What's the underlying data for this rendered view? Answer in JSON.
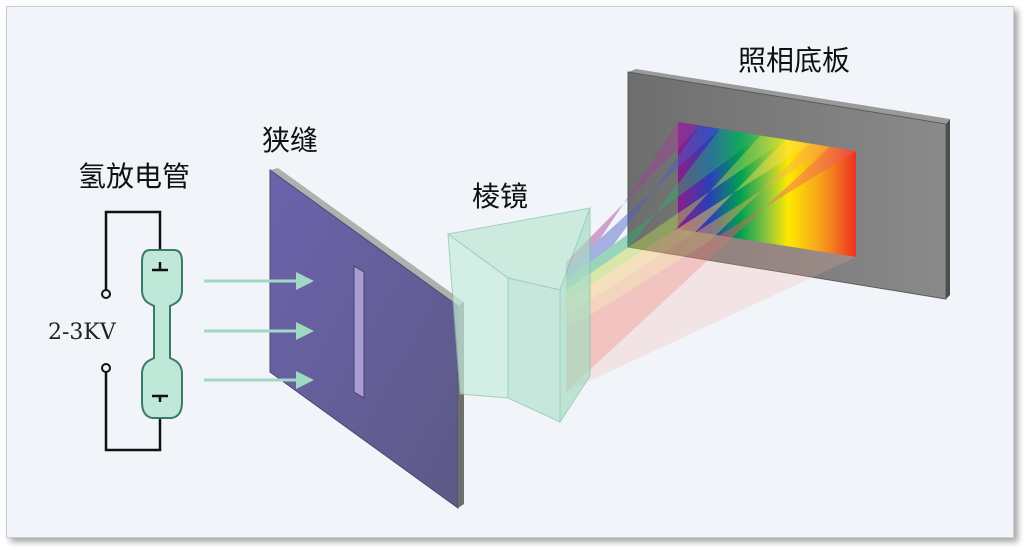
{
  "labels": {
    "tube": "氢放电管",
    "slit": "狭缝",
    "prism": "棱镜",
    "plate": "照相底板",
    "voltage": "2-3KV"
  },
  "colors": {
    "slit_panel": "#6a62a8",
    "prism": "#a8e0c8",
    "plate": "#7b7b7b",
    "arrow": "#9fd9c4",
    "tube_fill": "#bfe8d8"
  },
  "spectrum_colors": [
    "#8a1e8a",
    "#2a3fb8",
    "#00a050",
    "#8ec63f",
    "#ffe800",
    "#f7a21b",
    "#ee3124"
  ]
}
